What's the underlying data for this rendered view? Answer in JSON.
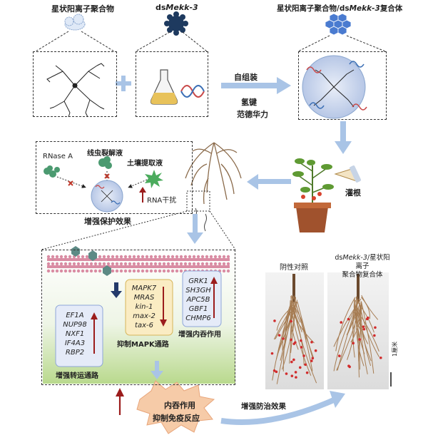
{
  "top": {
    "label_polymer": "星状阳离子聚合物",
    "label_dsrna_prefix": "ds",
    "label_dsrna_gene": "Mekk-3",
    "label_complex_prefix": "星状阳离子聚合物/ds",
    "label_complex_gene": "Mekk-3",
    "label_complex_suffix": "复合体",
    "plus": "+",
    "arrow_self_assembly": "自组装",
    "arrow_hbond": "氢键",
    "arrow_vdw": "范德华力"
  },
  "protection": {
    "rnase": "RNase A",
    "nematode_lysate": "线虫裂解液",
    "soil_extract": "土壤提取液",
    "rnai": "RNA干扰",
    "title": "增强保护效果"
  },
  "plant": {
    "root_irrigation": "灌根"
  },
  "cell": {
    "mapk_genes": [
      "MAPK7",
      "MRAS",
      "kin-1",
      "max-2",
      "tax-6"
    ],
    "mapk_label": "抑制MAPK通路",
    "endocytosis_genes": [
      "GRK1",
      "SH3GH",
      "APC5B",
      "GBF1",
      "CHMP6"
    ],
    "endocytosis_label": "增强内吞作用",
    "transport_genes": [
      "EF1A",
      "NUP98",
      "NXF1",
      "IF4A3",
      "RBP2"
    ],
    "transport_label": "增强转运通路"
  },
  "bottom": {
    "endocytosis": "内吞作用",
    "immune": "抑制免疫反应",
    "control_effect": "增强防治效果"
  },
  "roots": {
    "negative_control": "阴性对照",
    "treated_prefix": "ds",
    "treated_gene": "Mekk-3",
    "treated_suffix": "/星状阳离子",
    "treated_line2": "聚合物复合体",
    "scale": "1厘米"
  },
  "colors": {
    "accent_blue": "#1e3a5f",
    "arrow_blue": "#a9c4e6",
    "red_arrow": "#9b1c1c",
    "membrane": "#d98ca3",
    "burst": "#f6cba8"
  }
}
